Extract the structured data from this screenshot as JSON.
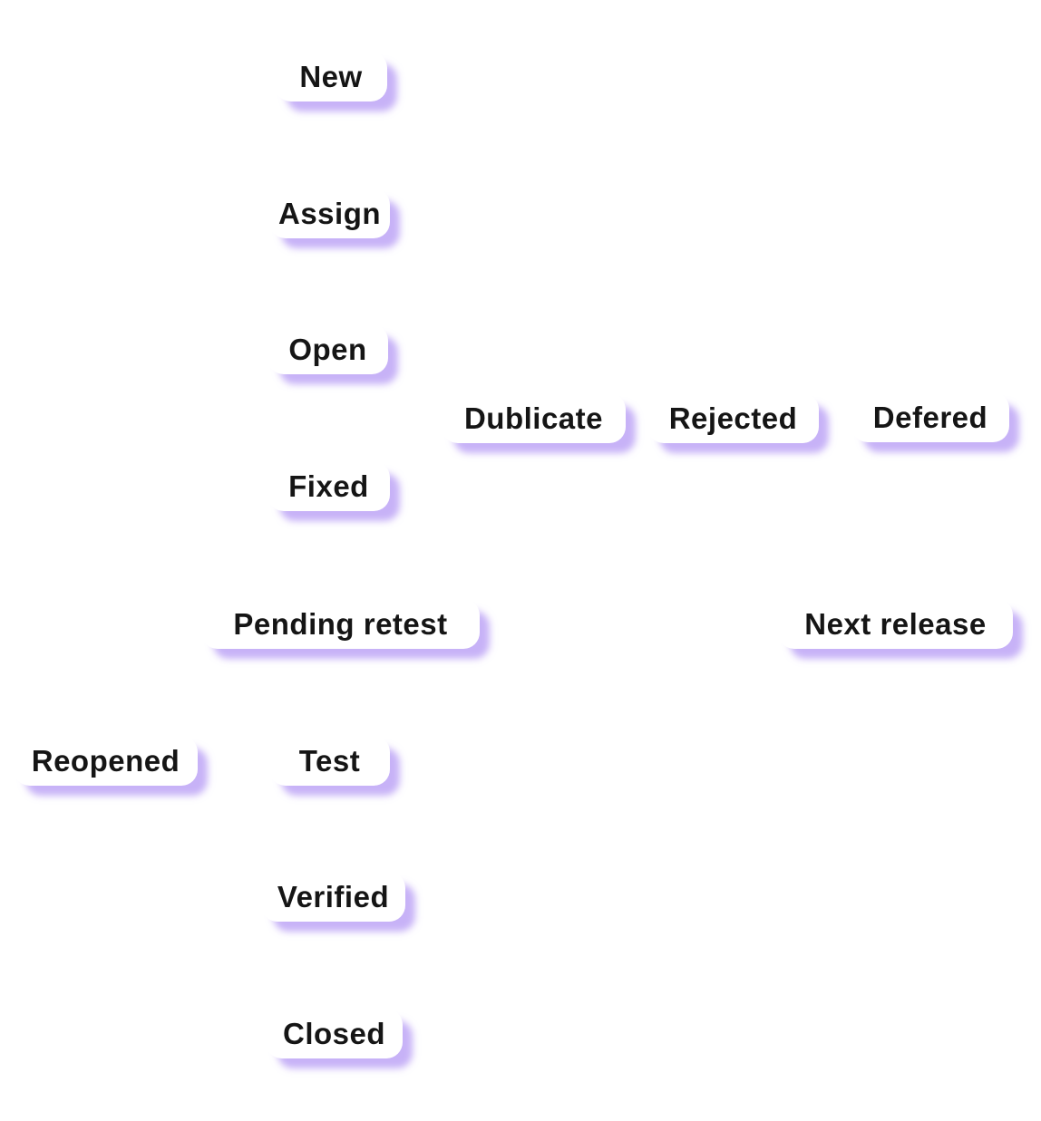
{
  "diagram": {
    "kind": "defect-life-cycle",
    "nodes": [
      {
        "label": "New"
      },
      {
        "label": "Assign"
      },
      {
        "label": "Open"
      },
      {
        "label": "Dublicate"
      },
      {
        "label": "Rejected"
      },
      {
        "label": "Defered"
      },
      {
        "label": "Fixed"
      },
      {
        "label": "Pending retest"
      },
      {
        "label": "Next release"
      },
      {
        "label": "Reopened"
      },
      {
        "label": "Test"
      },
      {
        "label": "Verified"
      },
      {
        "label": "Closed"
      }
    ],
    "colors": {
      "page_background": "#ffffff",
      "node_background": "#ffffff",
      "node_text": "#151515",
      "node_shadow": "#c3aaf1"
    }
  }
}
